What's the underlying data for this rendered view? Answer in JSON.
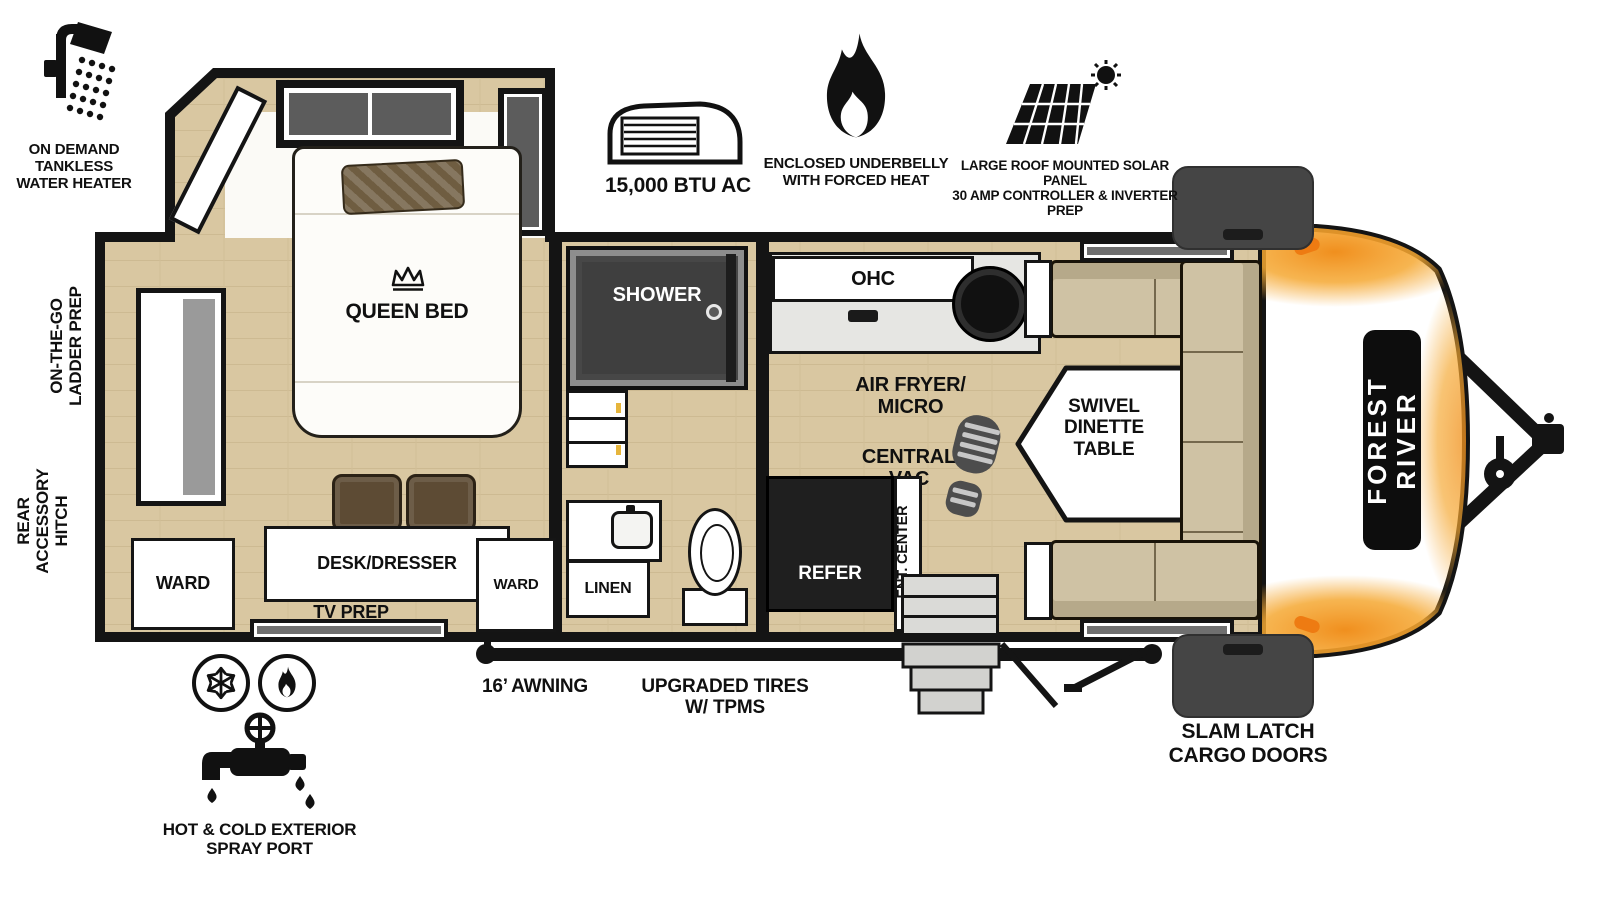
{
  "meta": {
    "title": "Forest River travel trailer floorplan"
  },
  "callouts": {
    "water_heater": "ON DEMAND\nTANKLESS\nWATER HEATER",
    "ac": "15,000 BTU AC",
    "underbelly": "ENCLOSED UNDERBELLY\nWITH FORCED HEAT",
    "solar": "LARGE ROOF MOUNTED SOLAR PANEL\n30 AMP CONTROLLER & INVERTER PREP",
    "ladder": "ON-THE-GO\nLADDER PREP",
    "rear_hitch": "REAR\nACCESSORY\nHITCH",
    "awning": "16’ AWNING",
    "tires": "UPGRADED TIRES\nW/ TPMS",
    "cargo_doors": "SLAM LATCH\nCARGO DOORS",
    "spray_port": "HOT & COLD EXTERIOR\nSPRAY PORT"
  },
  "rooms": {
    "queen_bed": "QUEEN BED",
    "ward_left": "WARD",
    "ward_right": "WARD",
    "desk_dresser": "DESK/DRESSER",
    "tv_prep": "TV PREP",
    "shower": "SHOWER",
    "linen": "LINEN",
    "ohc": "OHC",
    "air_fryer_micro": "AIR FRYER/\nMICRO",
    "central_vac": "CENTRAL\nVAC",
    "refer": "REFER",
    "ent_center": "ENT. CENTER",
    "dinette": "SWIVEL\nDINETTE\nTABLE",
    "brand": "FOREST RIVER"
  },
  "icons": {
    "water_heater": "shower-head-icon",
    "ac": "ac-unit-icon",
    "underbelly": "flame-icon",
    "solar": "solar-panel-icon",
    "queen_bed": "crown-icon",
    "central_vac": "bootprint-icon",
    "spray_port_cold": "snowflake-icon",
    "spray_port_hot": "flame-small-icon",
    "spray_port_faucet": "faucet-icon"
  },
  "colors": {
    "floor_wood": "#d9c7a1",
    "plank_line": "#c9b68d",
    "wall": "#141414",
    "sofa_seat": "#cfc2a4",
    "sofa_back": "#b6a98a",
    "cap_accent_orange": "#f08f1e",
    "marker_light": "#ee7b12",
    "cargo_door_gray": "#454545",
    "shower_dark": "#3f3f3f"
  }
}
